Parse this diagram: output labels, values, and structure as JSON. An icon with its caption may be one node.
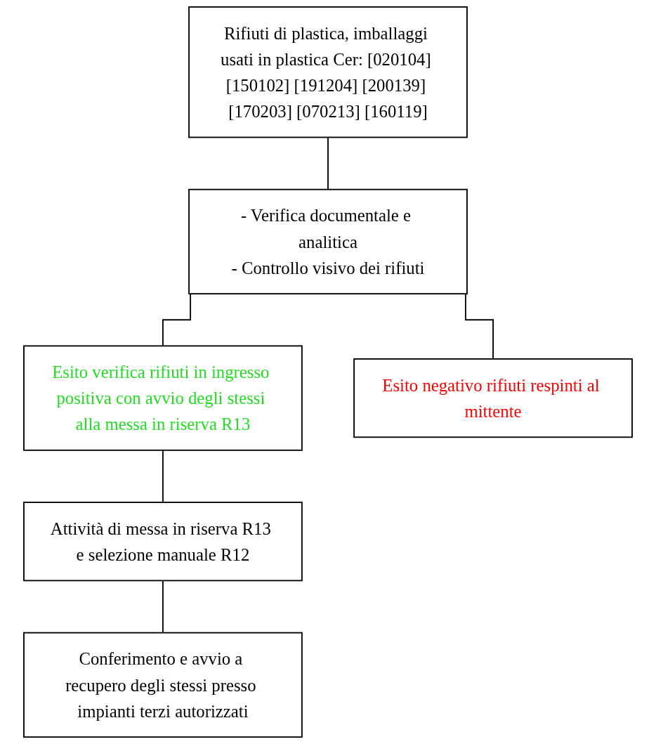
{
  "diagram": {
    "nodes": [
      {
        "text": [
          "Rifiuti di plastica, imballaggi usati in plastica Cer: [020104] [150102] [191204] [200139] [170203] [070213] [160119]"
        ]
      },
      {
        "text": [
          "- Verifica documentale e analitica",
          "- Controllo visivo dei rifiuti"
        ]
      },
      {
        "text": [
          "Esito verifica rifiuti in ingresso positiva con avvio degli stessi alla messa in riserva R13"
        ]
      },
      {
        "text": [
          "Esito negativo rifiuti respinti al mittente"
        ]
      },
      {
        "text": [
          "Attività di messa in riserva R13 e selezione manuale R12"
        ]
      },
      {
        "text": [
          "Conferimento e avvio a recupero degli stessi presso impianti terzi autorizzati"
        ]
      }
    ],
    "edges": [
      {
        "from": 0,
        "to": 1,
        "arrow": "none"
      },
      {
        "from": 1,
        "to": 2,
        "arrow": "none"
      },
      {
        "from": 1,
        "to": 3,
        "arrow": "none"
      },
      {
        "from": 2,
        "to": 4,
        "arrow": "none"
      },
      {
        "from": 4,
        "to": 5,
        "arrow": "none"
      }
    ]
  }
}
